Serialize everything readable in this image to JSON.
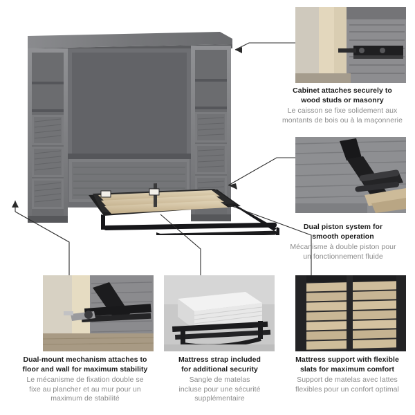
{
  "page": {
    "background": "#ffffff",
    "accent_dark": "#1c1c1c",
    "accent_gray": "#8b8b8b",
    "wood_gray": "#7c7d80",
    "slat_tan": "#cbb894",
    "metal_black": "#1a1a1a"
  },
  "main_image": {
    "name": "murphy-bed-wall-unit-open",
    "alt": "Gray wood grain Murphy bed wall unit with shelving, bed folded down showing wooden slats"
  },
  "callouts": [
    {
      "id": "cabinet-attaches",
      "en": "Cabinet attaches securely to\nwood studs or masonry",
      "fr": "Le caisson se fixe solidement aux\nmontants de bois ou à la maçonnerie",
      "photo_alt": "Close up of cabinet bracket fastened to wall stud"
    },
    {
      "id": "dual-piston",
      "en": "Dual piston system for\nsmooth operation",
      "fr": "Mécanisme à double piston pour\nun fonctionnement fluide",
      "photo_alt": "Black dual gas piston mechanism on bed frame"
    },
    {
      "id": "mattress-support",
      "en": "Mattress support with flexible\nslats for maximum comfort",
      "fr": "Support de matelas avec lattes\nflexibles pour un confort optimal",
      "photo_alt": "Flexible wooden slats across black metal bed frame"
    },
    {
      "id": "mattress-strap",
      "en": "Mattress strap included\nfor additional security",
      "fr": "Sangle de matelas\nincluse pour une sécurité\nsupplémentaire",
      "photo_alt": "Mattress with black strap over the bed frame"
    },
    {
      "id": "dual-mount",
      "en": "Dual-mount mechanism attaches to\nfloor and wall for maximum stability",
      "fr": "Le mécanisme de fixation double se\nfixe au plancher et au mur pour un\nmaximum de stabilité",
      "photo_alt": "Black floor and wall mounting bracket with hardware"
    }
  ]
}
